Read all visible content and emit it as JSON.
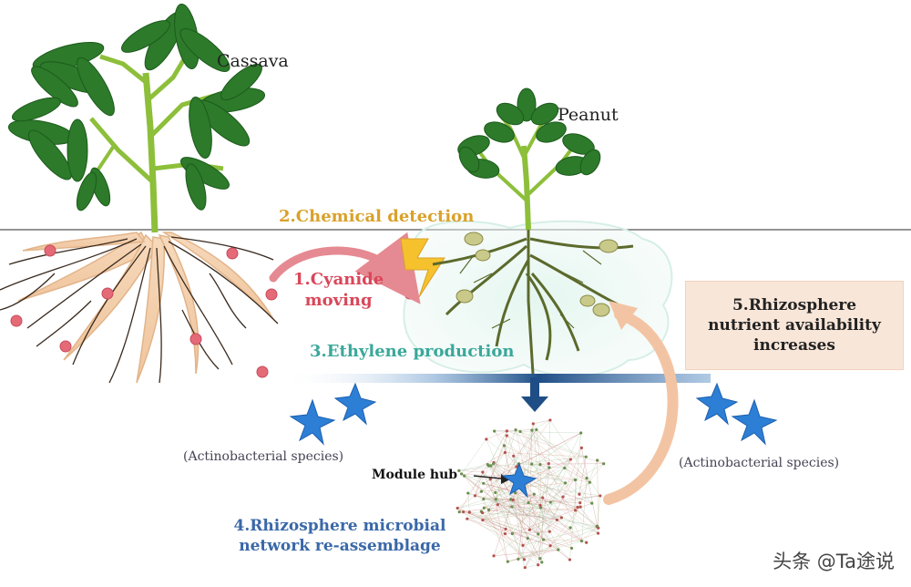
{
  "plants": {
    "cassava": "Cassava",
    "peanut": "Peanut"
  },
  "steps": {
    "step1_line1": "1.Cyanide",
    "step1_line2": "moving",
    "step2": "2.Chemical detection",
    "step3": "3.Ethylene production",
    "step4_line1": "4.Rhizosphere microbial",
    "step4_line2": "network re-assemblage",
    "step5_line1": "5.Rhizosphere",
    "step5_line2": "nutrient availability",
    "step5_line3": "increases"
  },
  "species_left": "(Actinobacterial species)",
  "species_right": "(Actinobacterial species)",
  "module_hub": "Module hub",
  "watermark": "头条 @Ta途说",
  "colors": {
    "step1": "#d9475a",
    "step2": "#d9a12a",
    "step3": "#3aa89a",
    "step4": "#3a68a8",
    "actinobacteria": "#2d7fd6",
    "ground_line": "#555555",
    "leaf": "#2c7a2a",
    "stem": "#8dbf3a",
    "cyanide_dot": "#e46a78"
  }
}
